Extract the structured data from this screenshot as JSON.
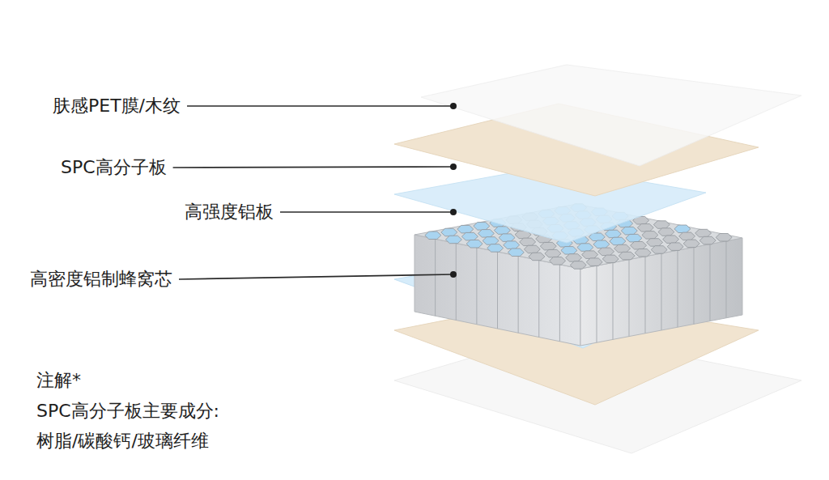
{
  "diagram": {
    "labels": [
      "肤感PET膜/木纹",
      "SPC高分子板",
      "高强度铝板",
      "高密度铝制蜂窝芯",
      "注解*",
      "SPC高分子板主要成分:",
      "树脂/碳酸钙/玻璃纤维"
    ]
  }
}
